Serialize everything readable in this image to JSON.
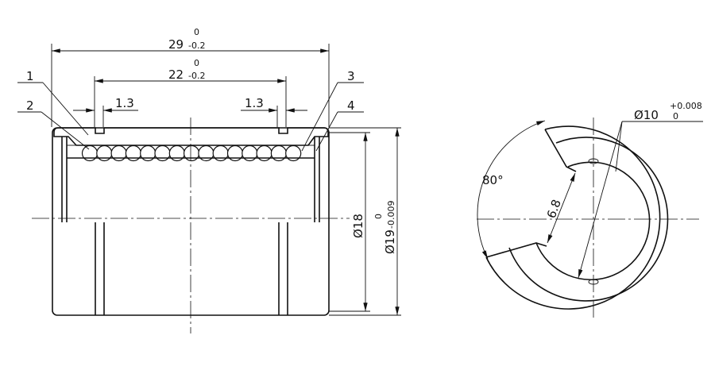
{
  "drawing": {
    "overall_length": {
      "value": "29",
      "upper_tol": "0",
      "lower_tol": "-0.2"
    },
    "inner_length": {
      "value": "22",
      "upper_tol": "0",
      "lower_tol": "-0.2"
    },
    "groove_left": "1.3",
    "groove_right": "1.3",
    "inner_diameter_label": "Ø18",
    "outer_diameter": {
      "value": "Ø19",
      "upper_tol": "0",
      "lower_tol": "-0.009"
    },
    "bore": {
      "value": "Ø10",
      "upper_tol": "+0.008",
      "lower_tol": "0"
    },
    "angle": "80°",
    "opening": "6.8",
    "balloons": [
      "1",
      "2",
      "3",
      "4"
    ]
  },
  "colors": {
    "line": "#111111",
    "background": "#ffffff"
  }
}
